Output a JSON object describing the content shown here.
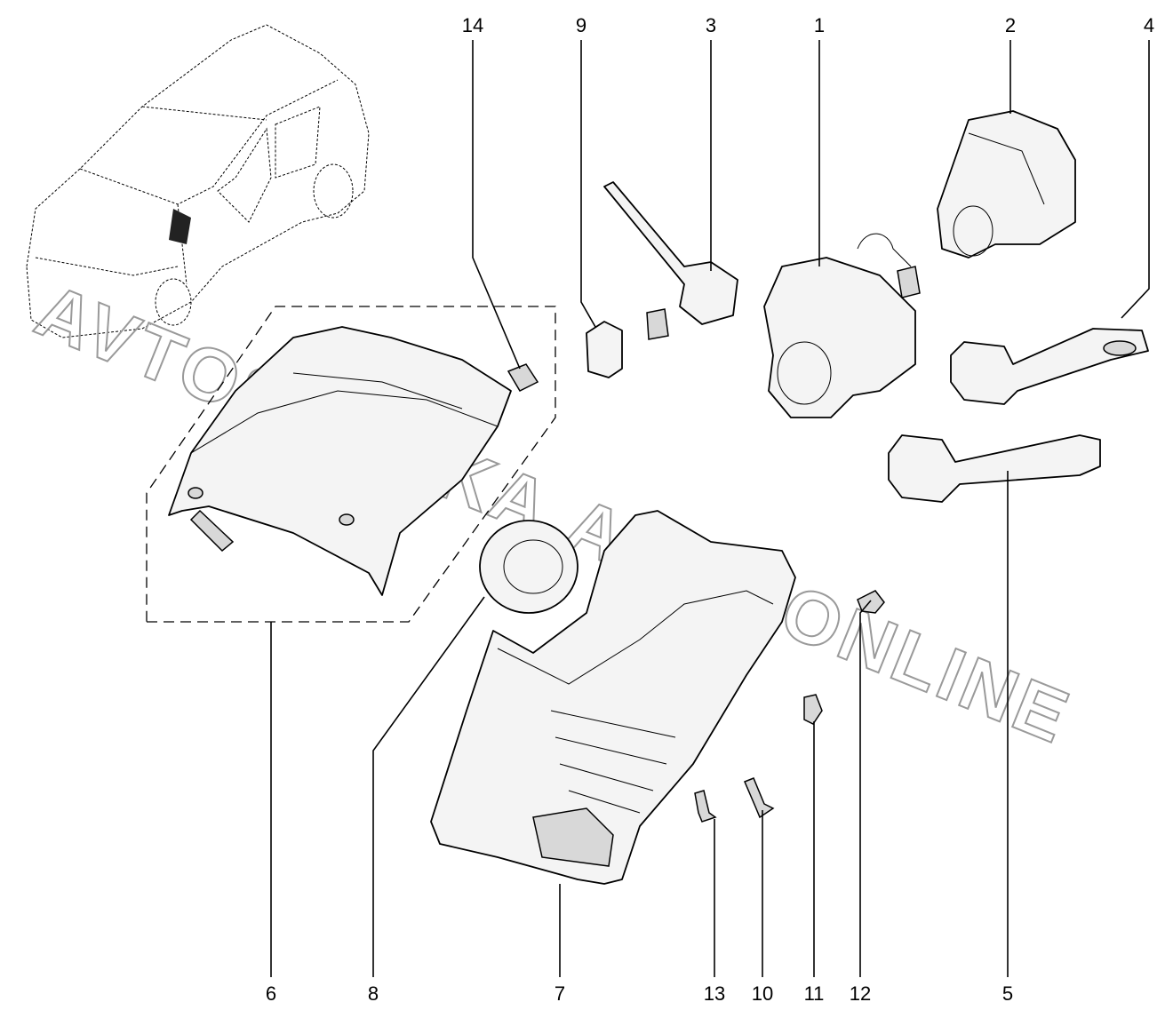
{
  "diagram": {
    "callouts": {
      "c14": "14",
      "c9": "9",
      "c3": "3",
      "c1": "1",
      "c2": "2",
      "c4": "4",
      "c6": "6",
      "c8": "8",
      "c7": "7",
      "c13": "13",
      "c10": "10",
      "c11": "11",
      "c12": "12",
      "c5": "5"
    },
    "watermark": "AVTOSKAZKA.ACAT.ONLINE"
  }
}
